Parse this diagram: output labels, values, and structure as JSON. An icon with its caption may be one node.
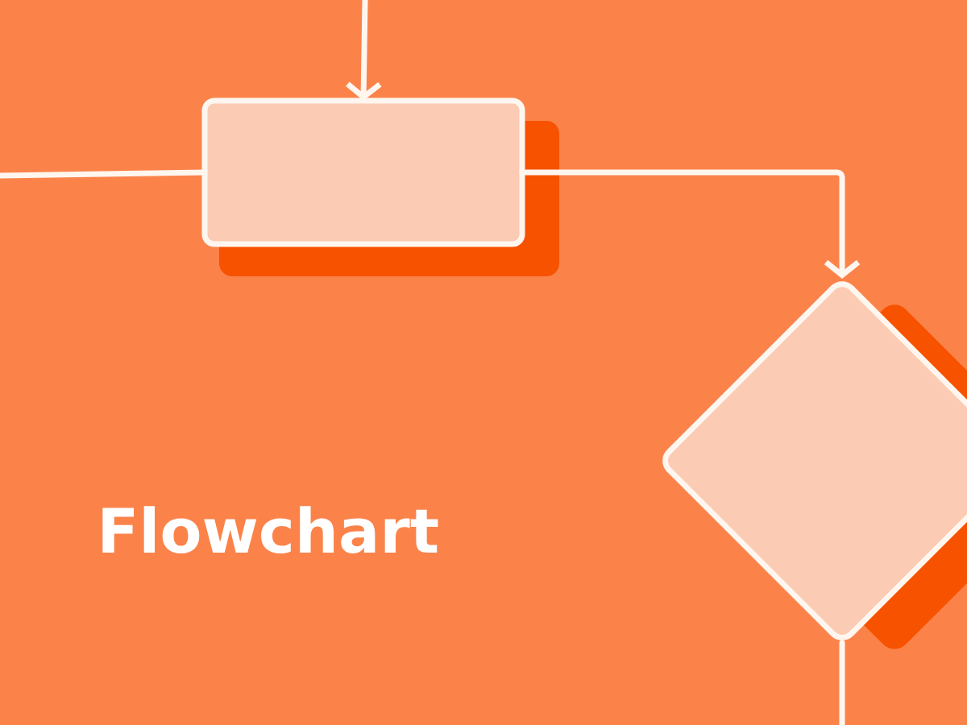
{
  "diagram": {
    "title": "Flowchart",
    "nodes": [
      {
        "text": [],
        "shape": "box"
      },
      {
        "text": [],
        "shape": "diamond"
      }
    ],
    "edges": [
      {
        "from": null,
        "to": 0,
        "arrow": "to"
      },
      {
        "from": null,
        "to": 0,
        "arrow": "none"
      },
      {
        "from": 0,
        "to": 1,
        "arrow": "to"
      },
      {
        "from": 1,
        "to": null,
        "arrow": "none"
      }
    ]
  }
}
